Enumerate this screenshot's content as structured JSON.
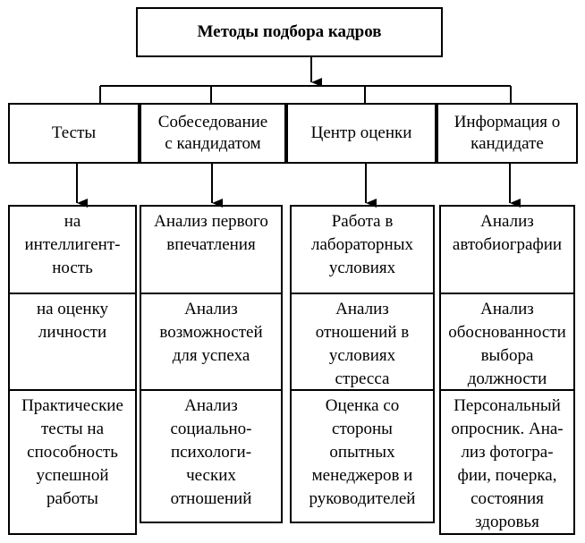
{
  "title": "Методы подбора кадров",
  "categories": [
    {
      "label": "Тесты"
    },
    {
      "label": "Собеседование\nс кандидатом"
    },
    {
      "label": "Центр оценки"
    },
    {
      "label": "Информация о\nкандидате"
    }
  ],
  "columns": [
    {
      "items": [
        "на\nинтеллигент-\nность",
        "на оценку\nличности",
        "Практические\nтесты на\nспособность\nуспешной\nработы"
      ]
    },
    {
      "items": [
        "Анализ первого\nвпечатления",
        "Анализ\nвозможностей\nдля успеха",
        "Анализ\nсоциально-\nпсихологи-\nческих\nотношений"
      ]
    },
    {
      "items": [
        "Работа в\nлабораторных\nусловиях",
        "Анализ\nотношений в\nусловиях\nстресса",
        "Оценка со\nстороны\nопытных\nменеджеров и\nруководителей"
      ]
    },
    {
      "items": [
        "Анализ\nавтобиографии",
        "Анализ\nобоснованности\nвыбора\nдолжности",
        "Персональный\nопросник. Ана-\nлиз фотогра-\nфии, почерка,\nсостояния\nздоровья"
      ]
    }
  ]
}
